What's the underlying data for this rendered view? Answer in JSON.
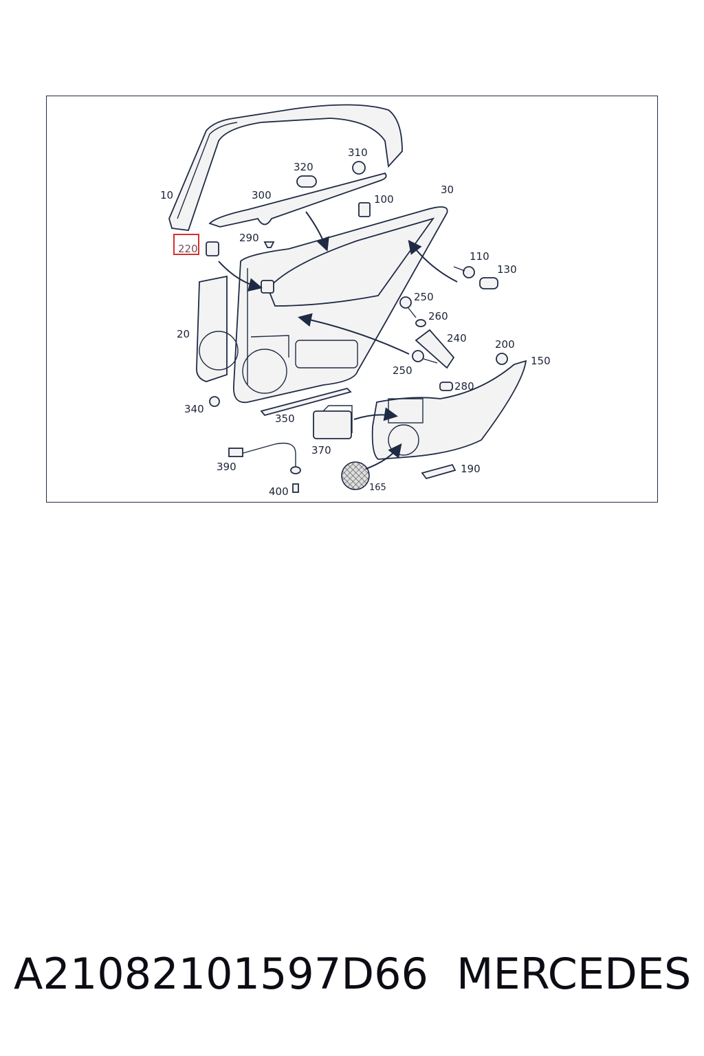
{
  "diagram": {
    "callouts": [
      "10",
      "20",
      "30",
      "100",
      "110",
      "130",
      "150",
      "165",
      "190",
      "200",
      "220",
      "240",
      "250",
      "250",
      "260",
      "280",
      "290",
      "300",
      "310",
      "320",
      "340",
      "350",
      "370",
      "390",
      "400"
    ],
    "highlighted": "220",
    "highlight_color": "#d0312d"
  },
  "footer": {
    "part_number": "A21082101597D66",
    "brand": "MERCEDES"
  }
}
